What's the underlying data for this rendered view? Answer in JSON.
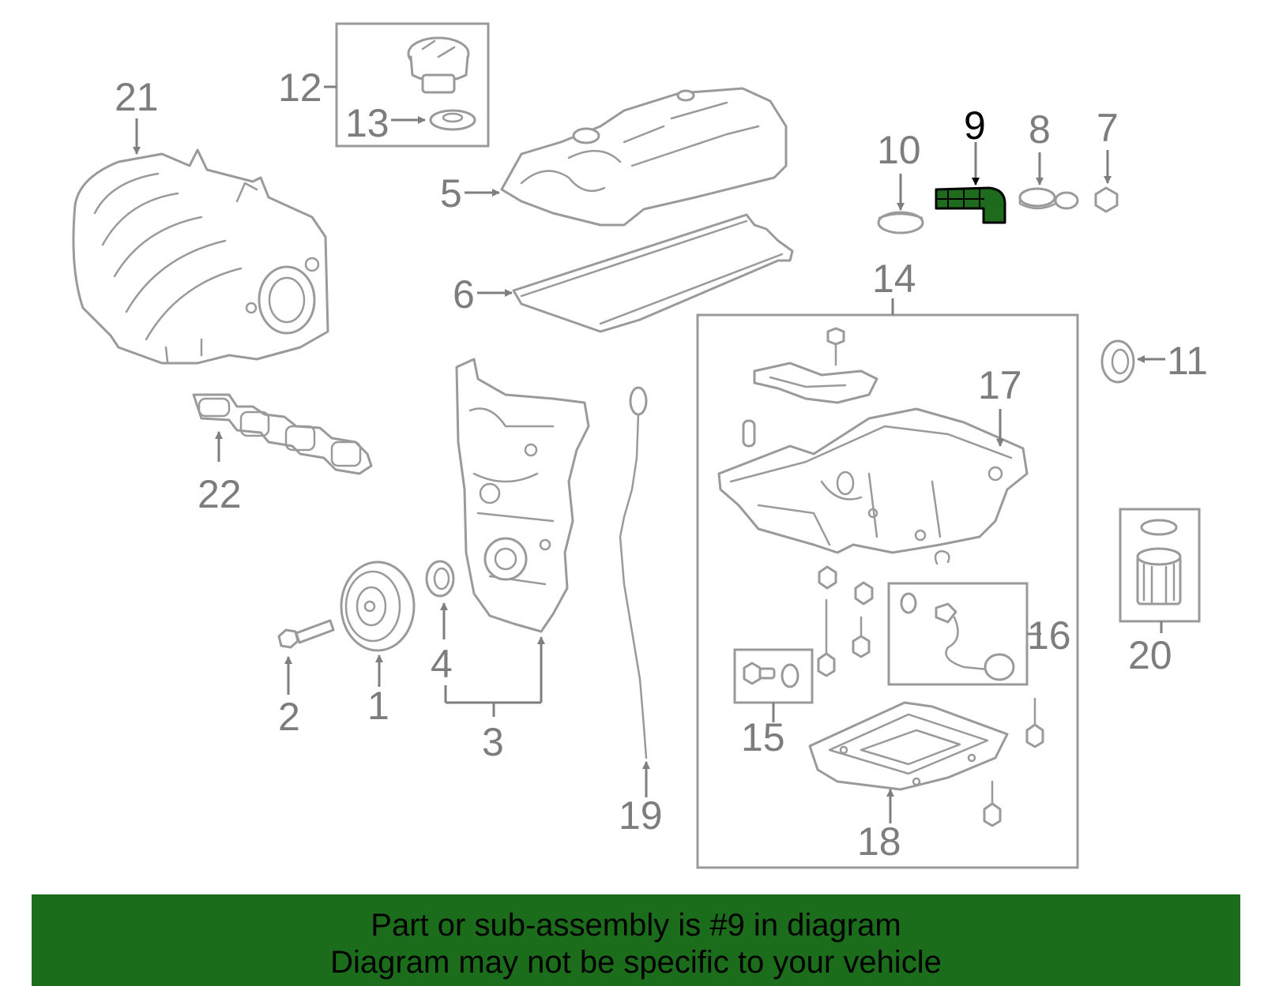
{
  "callouts": [
    "1",
    "2",
    "3",
    "4",
    "5",
    "6",
    "7",
    "8",
    "9",
    "10",
    "11",
    "12",
    "13",
    "14",
    "15",
    "16",
    "17",
    "18",
    "19",
    "20",
    "21",
    "22"
  ],
  "highlighted_part": "9",
  "colors": {
    "highlight": "#1e6b1e",
    "banner": "#1b6d1b",
    "linework": "#9a9a9a",
    "label": "#7d7d7d"
  },
  "banner": {
    "line1": "Part or sub-assembly is #9 in diagram",
    "line2": "Diagram may not be specific to your vehicle"
  }
}
